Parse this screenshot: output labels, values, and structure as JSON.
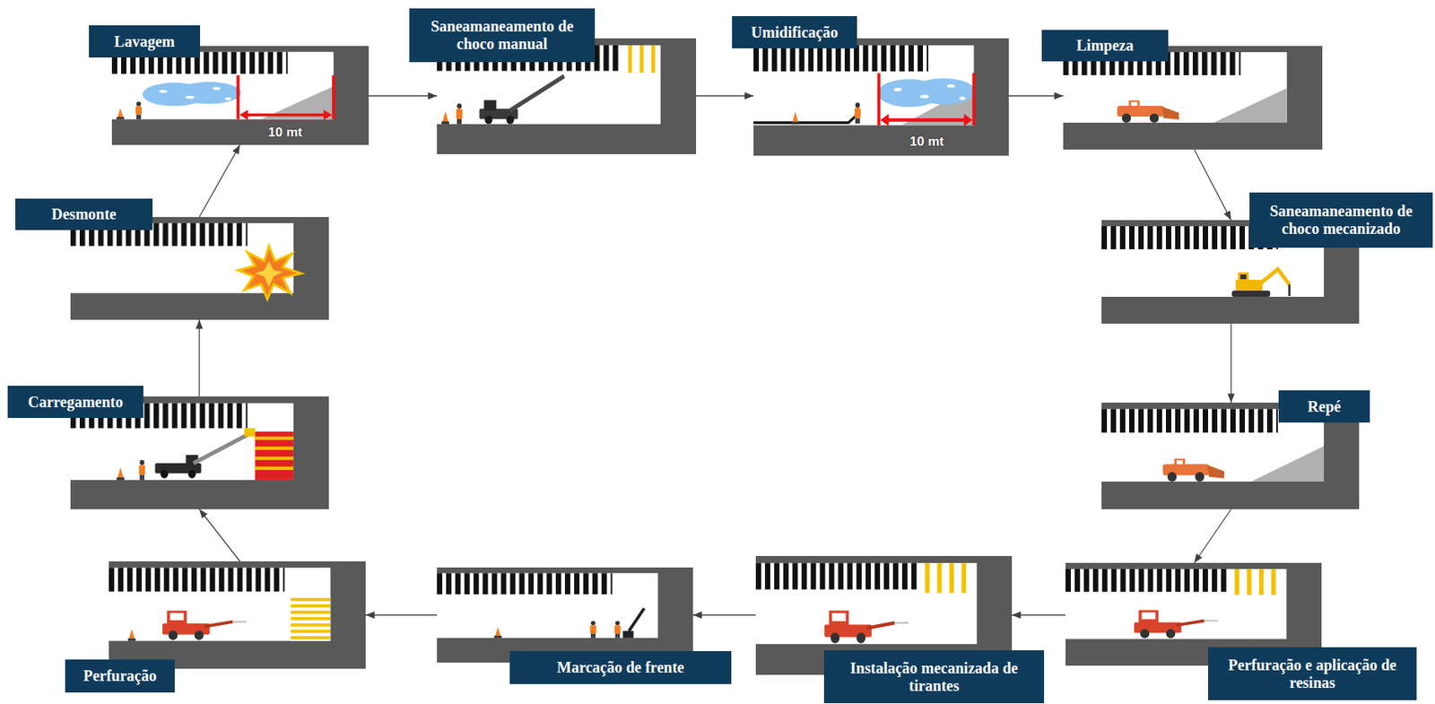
{
  "diagram": {
    "nodes": [
      {
        "text": [
          "Lavagem"
        ]
      },
      {
        "text": [
          "Saneamaneamento de choco manual"
        ]
      },
      {
        "text": [
          "Umidificação"
        ]
      },
      {
        "text": [
          "Limpeza"
        ]
      },
      {
        "text": [
          "Saneamaneamento de choco mecanizado"
        ]
      },
      {
        "text": [
          "Repé"
        ]
      },
      {
        "text": [
          "Perfuração e aplicação de resinas"
        ]
      },
      {
        "text": [
          "Instalação mecanizada de tirantes"
        ]
      },
      {
        "text": [
          "Marcação de frente"
        ]
      },
      {
        "text": [
          "Perfuração"
        ]
      },
      {
        "text": [
          "Carregamento"
        ]
      },
      {
        "text": [
          "Desmonte"
        ]
      }
    ],
    "edges": [
      {
        "from": 0,
        "to": 1,
        "arrow": "to"
      },
      {
        "from": 1,
        "to": 2,
        "arrow": "to"
      },
      {
        "from": 2,
        "to": 3,
        "arrow": "to"
      },
      {
        "from": 3,
        "to": 4,
        "arrow": "to"
      },
      {
        "from": 4,
        "to": 5,
        "arrow": "to"
      },
      {
        "from": 5,
        "to": 6,
        "arrow": "to"
      },
      {
        "from": 6,
        "to": 7,
        "arrow": "to"
      },
      {
        "from": 7,
        "to": 8,
        "arrow": "to"
      },
      {
        "from": 8,
        "to": 9,
        "arrow": "to"
      },
      {
        "from": 9,
        "to": 10,
        "arrow": "to"
      },
      {
        "from": 10,
        "to": 11,
        "arrow": "to"
      },
      {
        "from": 11,
        "to": 0,
        "arrow": "to"
      }
    ],
    "labels": [
      "10 mt",
      "10 mt"
    ]
  }
}
